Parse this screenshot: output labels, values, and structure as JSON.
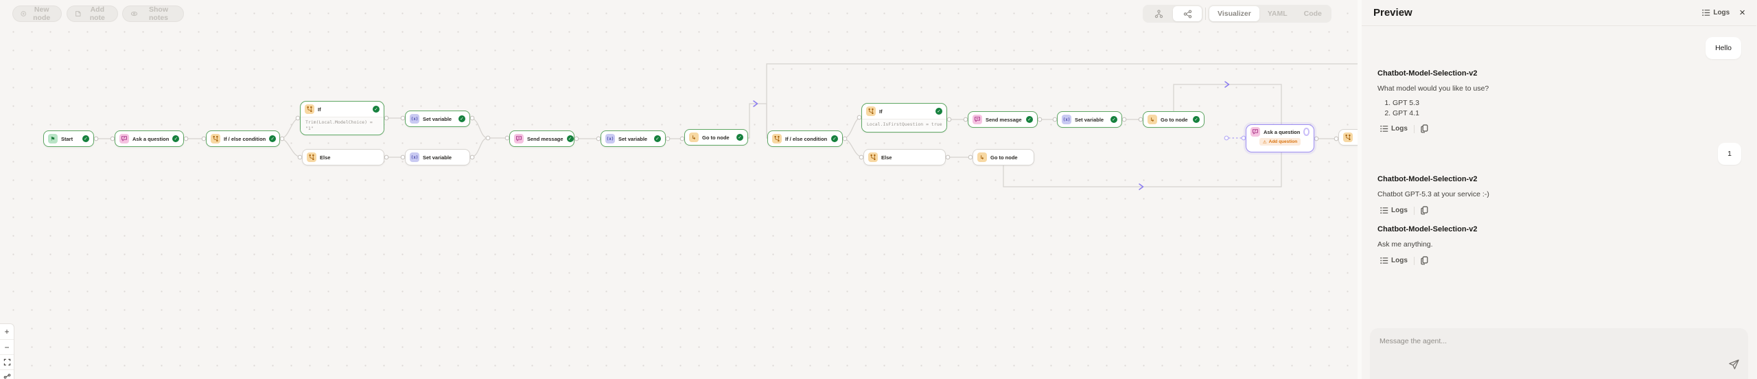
{
  "toolbar": {
    "new_node": "New node",
    "add_note": "Add note",
    "show_notes": "Show notes"
  },
  "view_switch": {
    "visualizer": "Visualizer",
    "yaml": "YAML",
    "code": "Code"
  },
  "canvas": {
    "nodes": {
      "start": "Start",
      "ask1": "Ask a question",
      "ifelse1": "If / else condition",
      "if1": "If",
      "if1_code_l1": "Trim(Local.ModelChoice) =",
      "if1_code_l2": "\"1\"",
      "else1": "Else",
      "setvar1": "Set variable",
      "setvar2": "Set variable",
      "send1": "Send message",
      "setvar3": "Set variable",
      "goto1": "Go to node",
      "ifelse2": "If / else condition",
      "if2": "If",
      "if2_code": "Local.IsFirstQuestion = true",
      "else2": "Else",
      "send2": "Send message",
      "goto2": "Go to node",
      "setvar4": "Set variable",
      "goto3": "Go to node",
      "ask2": "Ask a question",
      "ask2_warning": "Add question"
    }
  },
  "preview": {
    "title": "Preview",
    "logs_label": "Logs",
    "messages": [
      {
        "role": "user",
        "text": "Hello"
      },
      {
        "role": "bot",
        "name": "Chatbot-Model-Selection-v2",
        "text": "What model would you like to use?",
        "list": [
          "GPT 5.3",
          "GPT 4.1"
        ],
        "logs": "Logs"
      },
      {
        "role": "user",
        "text": "1"
      },
      {
        "role": "bot",
        "name": "Chatbot-Model-Selection-v2",
        "text": "Chatbot GPT-5.3 at your service :-)",
        "logs": "Logs"
      },
      {
        "role": "bot",
        "name": "Chatbot-Model-Selection-v2",
        "text": "Ask me anything.",
        "logs": "Logs"
      }
    ],
    "input_placeholder": "Message the agent..."
  },
  "icons": {
    "new_node": "plus-circle",
    "add_note": "note",
    "show_notes": "eye",
    "view_tree": "tree-view",
    "view_graph": "graph-view",
    "logs": "list",
    "close": "x",
    "copy": "copy",
    "send": "paper-plane",
    "zoom_in": "plus",
    "zoom_out": "minus",
    "fit": "frame-corners",
    "node_success": "check-circle",
    "node_warning": "warning-triangle"
  },
  "colors": {
    "success_border": "#5ea763",
    "check_green": "#15803d",
    "active_purple": "#9d8df2",
    "warning_orange": "#d9730d",
    "icon_green": "#b9e4c6",
    "icon_pink": "#f5c3e1",
    "icon_orange": "#f7d8a3",
    "icon_indigo": "#c9caf2"
  }
}
